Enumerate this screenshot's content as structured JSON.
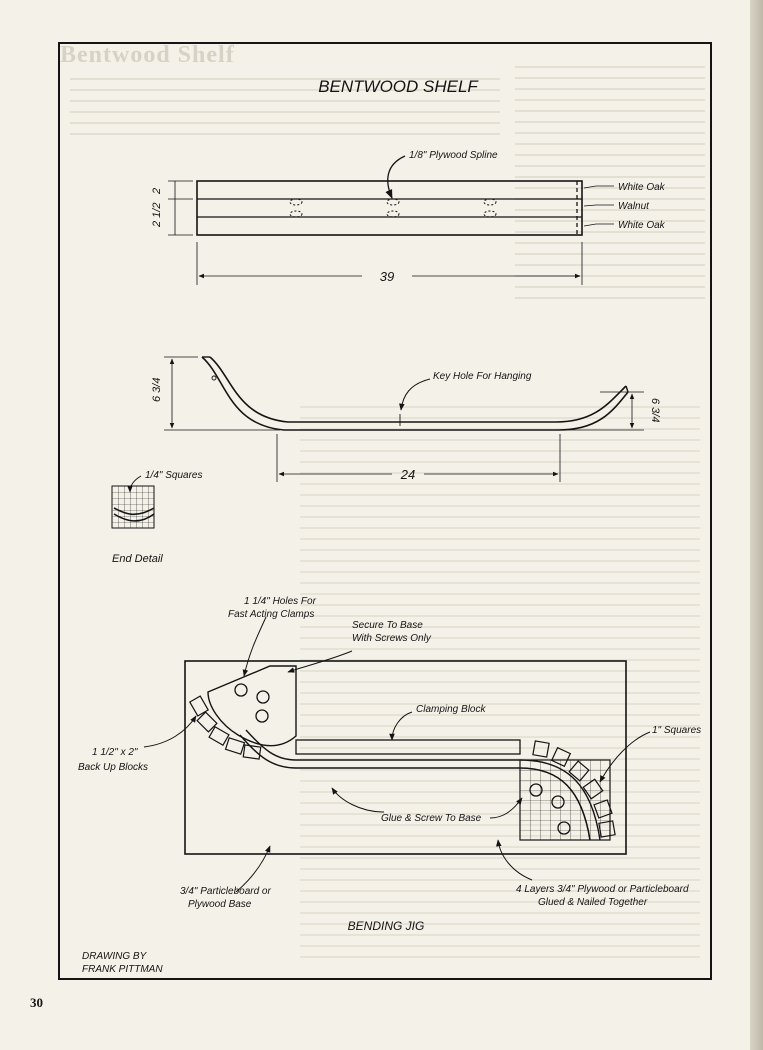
{
  "header": {
    "ghost_title": "Bentwood Shelf"
  },
  "drawing": {
    "title": "BENTWOOD SHELF",
    "spline_label": "1/8\" Plywood Spline",
    "top_view": {
      "dim_width_1": "2",
      "dim_width_2": "2 1/2",
      "dim_length": "39",
      "layers": [
        "White Oak",
        "Walnut",
        "White Oak"
      ]
    },
    "side_view": {
      "keyhole_label": "Key Hole For Hanging",
      "dim_left_height": "6 3/4",
      "dim_right_height": "6 3/4",
      "dim_span": "24"
    },
    "end_detail": {
      "grid_label": "1/4\" Squares",
      "title": "End Detail"
    },
    "jig": {
      "holes_label": "1 1/4\" Holes For Fast Acting Clamps",
      "secure_label": "Secure To Base With Screws Only",
      "clamping_block_label": "Clamping Block",
      "squares_label": "1\" Squares",
      "backup_label": "1 1/2\" x 2\" Back Up Blocks",
      "glue_label": "Glue & Screw To Base",
      "base_label": "3/4\" Particleboard or Plywood Base",
      "layers_label": "4 Layers 3/4\" Plywood or Particleboard Glued & Nailed Together",
      "title": "BENDING JIG"
    },
    "credit": [
      "DRAWING BY",
      "FRANK PITTMAN"
    ]
  },
  "page_number": "30"
}
